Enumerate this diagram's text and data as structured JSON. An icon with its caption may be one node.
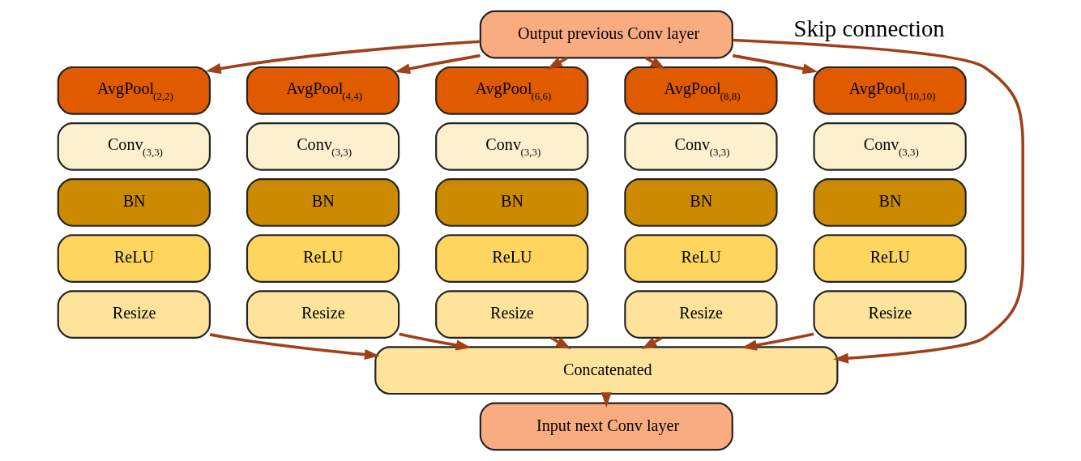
{
  "diagram": {
    "nodes": [
      {
        "text": [
          "Output previous Conv layer"
        ]
      },
      {
        "text": [
          "AvgPool$_{(2,2)}$"
        ]
      },
      {
        "text": [
          "Conv$_{(3,3)}$"
        ]
      },
      {
        "text": [
          "BN"
        ]
      },
      {
        "text": [
          "ReLU"
        ]
      },
      {
        "text": [
          "Resize"
        ]
      },
      {
        "text": [
          "AvgPool$_{(4,4)}$"
        ]
      },
      {
        "text": [
          "Conv$_{(3,3)}$"
        ]
      },
      {
        "text": [
          "BN"
        ]
      },
      {
        "text": [
          "ReLU"
        ]
      },
      {
        "text": [
          "Resize"
        ]
      },
      {
        "text": [
          "AvgPool$_{(6,6)}$"
        ]
      },
      {
        "text": [
          "Conv$_{(3,3)}$"
        ]
      },
      {
        "text": [
          "BN"
        ]
      },
      {
        "text": [
          "ReLU"
        ]
      },
      {
        "text": [
          "Resize"
        ]
      },
      {
        "text": [
          "AvgPool$_{(8,8)}$"
        ]
      },
      {
        "text": [
          "Conv$_{(3,3)}$"
        ]
      },
      {
        "text": [
          "BN"
        ]
      },
      {
        "text": [
          "ReLU"
        ]
      },
      {
        "text": [
          "Resize"
        ]
      },
      {
        "text": [
          "AvgPool$_{(10,10)}$"
        ]
      },
      {
        "text": [
          "Conv$_{(3,3)}$"
        ]
      },
      {
        "text": [
          "BN"
        ]
      },
      {
        "text": [
          "ReLU"
        ]
      },
      {
        "text": [
          "Resize"
        ]
      },
      {
        "text": [
          "Concatenated"
        ]
      },
      {
        "text": [
          "Input next Conv layer"
        ]
      }
    ],
    "edges": [
      {
        "from": 0,
        "to": 1,
        "arrow": "to"
      },
      {
        "from": 0,
        "to": 6,
        "arrow": "to"
      },
      {
        "from": 0,
        "to": 11,
        "arrow": "to"
      },
      {
        "from": 0,
        "to": 16,
        "arrow": "to"
      },
      {
        "from": 0,
        "to": 21,
        "arrow": "to"
      },
      {
        "from": 5,
        "to": 26,
        "arrow": "to"
      },
      {
        "from": 10,
        "to": 26,
        "arrow": "to"
      },
      {
        "from": 15,
        "to": 26,
        "arrow": "to"
      },
      {
        "from": 20,
        "to": 26,
        "arrow": "to"
      },
      {
        "from": 25,
        "to": 26,
        "arrow": "to"
      },
      {
        "from": 0,
        "to": 26,
        "arrow": "to",
        "label": "Skip connection"
      },
      {
        "from": 26,
        "to": 27,
        "arrow": "to"
      }
    ]
  }
}
